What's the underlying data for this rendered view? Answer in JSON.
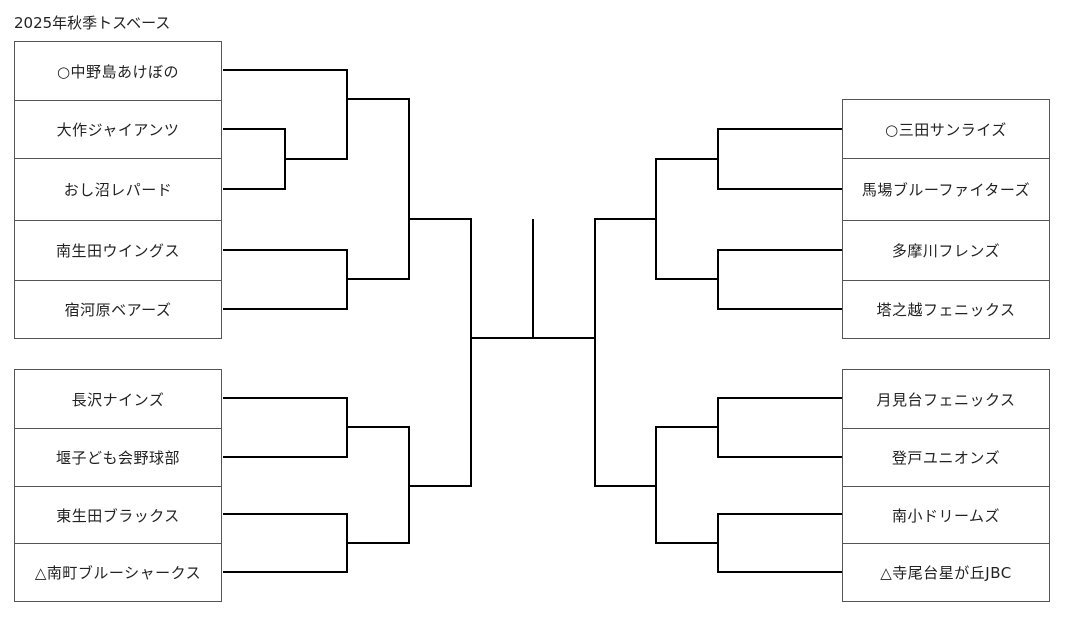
{
  "title": "2025年秋季トスベース",
  "groups": {
    "left_top": [
      "○中野島あけぼの",
      "大作ジャイアンツ",
      "おし沼レパード",
      "南生田ウイングス",
      "宿河原ベアーズ"
    ],
    "left_bottom": [
      "長沢ナインズ",
      "堰子ども会野球部",
      "東生田ブラックス",
      "△南町ブルーシャークス"
    ],
    "right_top": [
      "○三田サンライズ",
      "馬場ブルーファイターズ",
      "多摩川フレンズ",
      "塔之越フェニックス"
    ],
    "right_bottom": [
      "月見台フェニックス",
      "登戸ユニオンズ",
      "南小ドリームズ",
      "△寺尾台星が丘JBC"
    ]
  },
  "colors": {
    "line": "#000000",
    "border": "#555555",
    "text": "#222222"
  }
}
